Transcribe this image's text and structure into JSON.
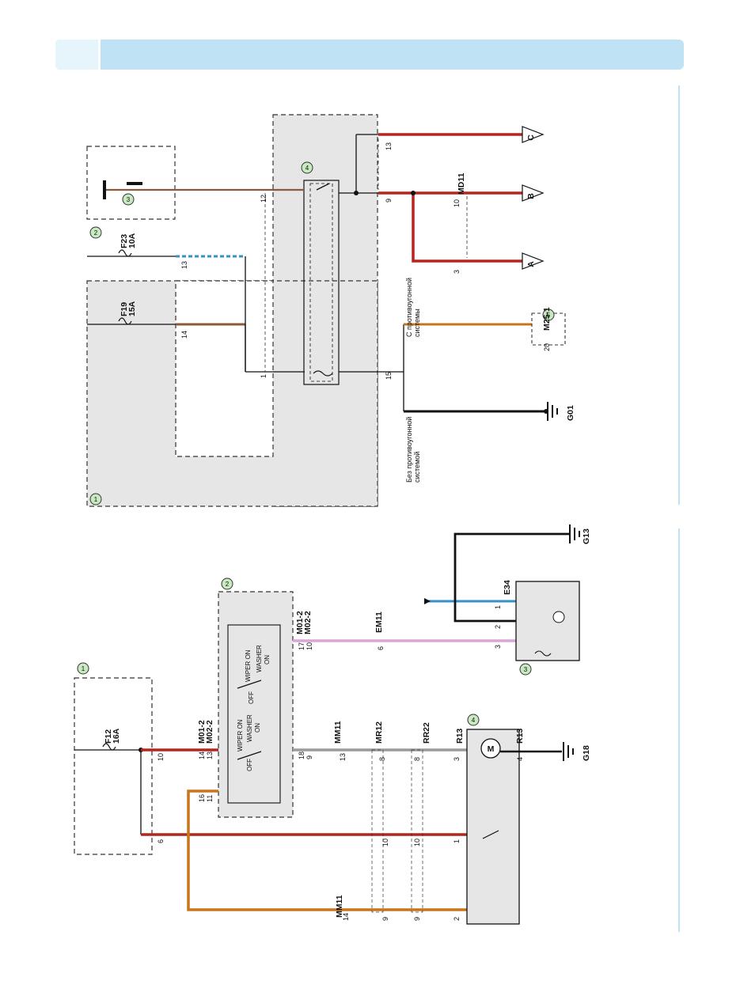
{
  "upper_diagram": {
    "callouts": [
      "1",
      "2",
      "3",
      "4",
      "5"
    ],
    "fuses": [
      {
        "name": "F19",
        "rating": "15A",
        "pin": "14"
      },
      {
        "name": "F23",
        "rating": "10A",
        "pin": "13"
      }
    ],
    "relay_pins": {
      "p1": "1",
      "p12": "12",
      "p9": "9",
      "p13": "13",
      "p15": "15"
    },
    "connector_md11": {
      "name": "MD11",
      "pin_b": "10",
      "pin_a": "3"
    },
    "terminals": [
      "A",
      "B",
      "C"
    ],
    "notes": {
      "with_alarm": [
        "С противоугонной",
        "системы"
      ],
      "without_alarm": [
        "Без противоугонной",
        "системой"
      ]
    },
    "m25": {
      "name": "M25-1",
      "pin": "20"
    },
    "ground": "G01"
  },
  "lower_diagram": {
    "callouts": [
      "1",
      "2",
      "3",
      "4"
    ],
    "fuse": {
      "name": "F12",
      "rating": "16A"
    },
    "block_pins": {
      "p10": "10",
      "p6": "6"
    },
    "switch": {
      "connectors": [
        "M01-2",
        "M02-2"
      ],
      "pins_left": {
        "a": "14",
        "b": "13",
        "c": "16",
        "d": "11"
      },
      "pins_right": {
        "a": "18",
        "b": "9",
        "c": "17",
        "d": "10"
      },
      "labels": {
        "wiper_on": "WIPER ON",
        "washer_on": "WASHER ON",
        "off": "OFF",
        "washer": "WASHER",
        "on": "ON"
      }
    },
    "connectors": {
      "mm11": "MM11",
      "mr12": "MR12",
      "rr22": "RR22",
      "r13": "R13",
      "em11": "EM11",
      "e34": "E34"
    },
    "pins": {
      "mm11_13": "13",
      "mr12_8": "8",
      "rr22_8": "8",
      "r13_3": "3",
      "r13_4": "4",
      "mm11b_14": "14",
      "c9a": "9",
      "c9b": "9",
      "r13_2": "2",
      "c10a": "10",
      "c10b": "10",
      "r13_1": "1",
      "em11_6": "6",
      "e34_1": "1",
      "e34_2": "2",
      "e34_3": "3"
    },
    "motor": "M",
    "grounds": [
      "G18",
      "G13"
    ]
  },
  "colors": {
    "header": "#bfe3f5",
    "wire_red": "#b3261e",
    "wire_orange": "#c8741c",
    "wire_gray": "#9a9a9a",
    "wire_pink": "#d9a6d9",
    "wire_blue": "#3a8fc9",
    "wire_brown": "#8a5a3c",
    "box_fill": "#e6e6e6",
    "callout_fill": "#c9e9c0"
  }
}
